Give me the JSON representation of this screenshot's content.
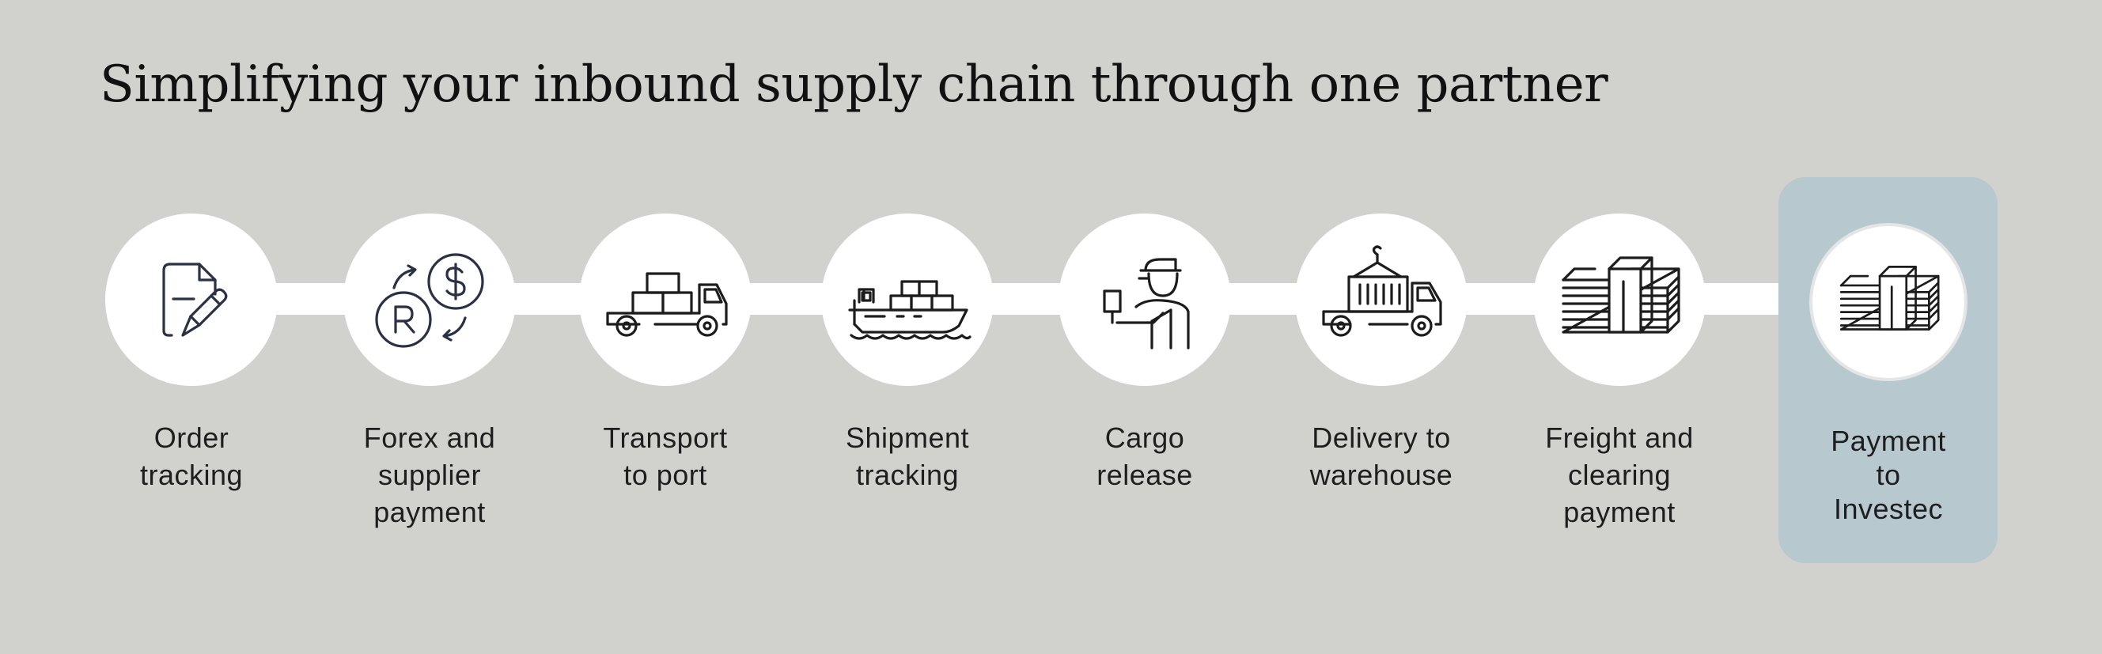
{
  "title": "Simplifying your inbound supply chain through one partner",
  "colors": {
    "background": "#d1d2cd",
    "connector": "#ffffff",
    "highlight": "#b8c8cf",
    "icon_stroke": "#1c1c1c"
  },
  "steps": [
    {
      "icon": "document-pen-icon",
      "lines": [
        "Order",
        "tracking"
      ]
    },
    {
      "icon": "currency-exchange-icon",
      "lines": [
        "Forex and",
        "supplier",
        "payment"
      ]
    },
    {
      "icon": "truck-boxes-icon",
      "lines": [
        "Transport",
        "to port"
      ]
    },
    {
      "icon": "cargo-ship-icon",
      "lines": [
        "Shipment",
        "tracking"
      ]
    },
    {
      "icon": "customs-officer-icon",
      "lines": [
        "Cargo",
        "release"
      ]
    },
    {
      "icon": "container-truck-icon",
      "lines": [
        "Delivery to",
        "warehouse"
      ]
    },
    {
      "icon": "money-stacks-icon",
      "lines": [
        "Freight and",
        "clearing",
        "payment"
      ]
    },
    {
      "icon": "money-stacks-icon",
      "lines": [
        "Payment",
        "to",
        "Investec"
      ]
    }
  ]
}
